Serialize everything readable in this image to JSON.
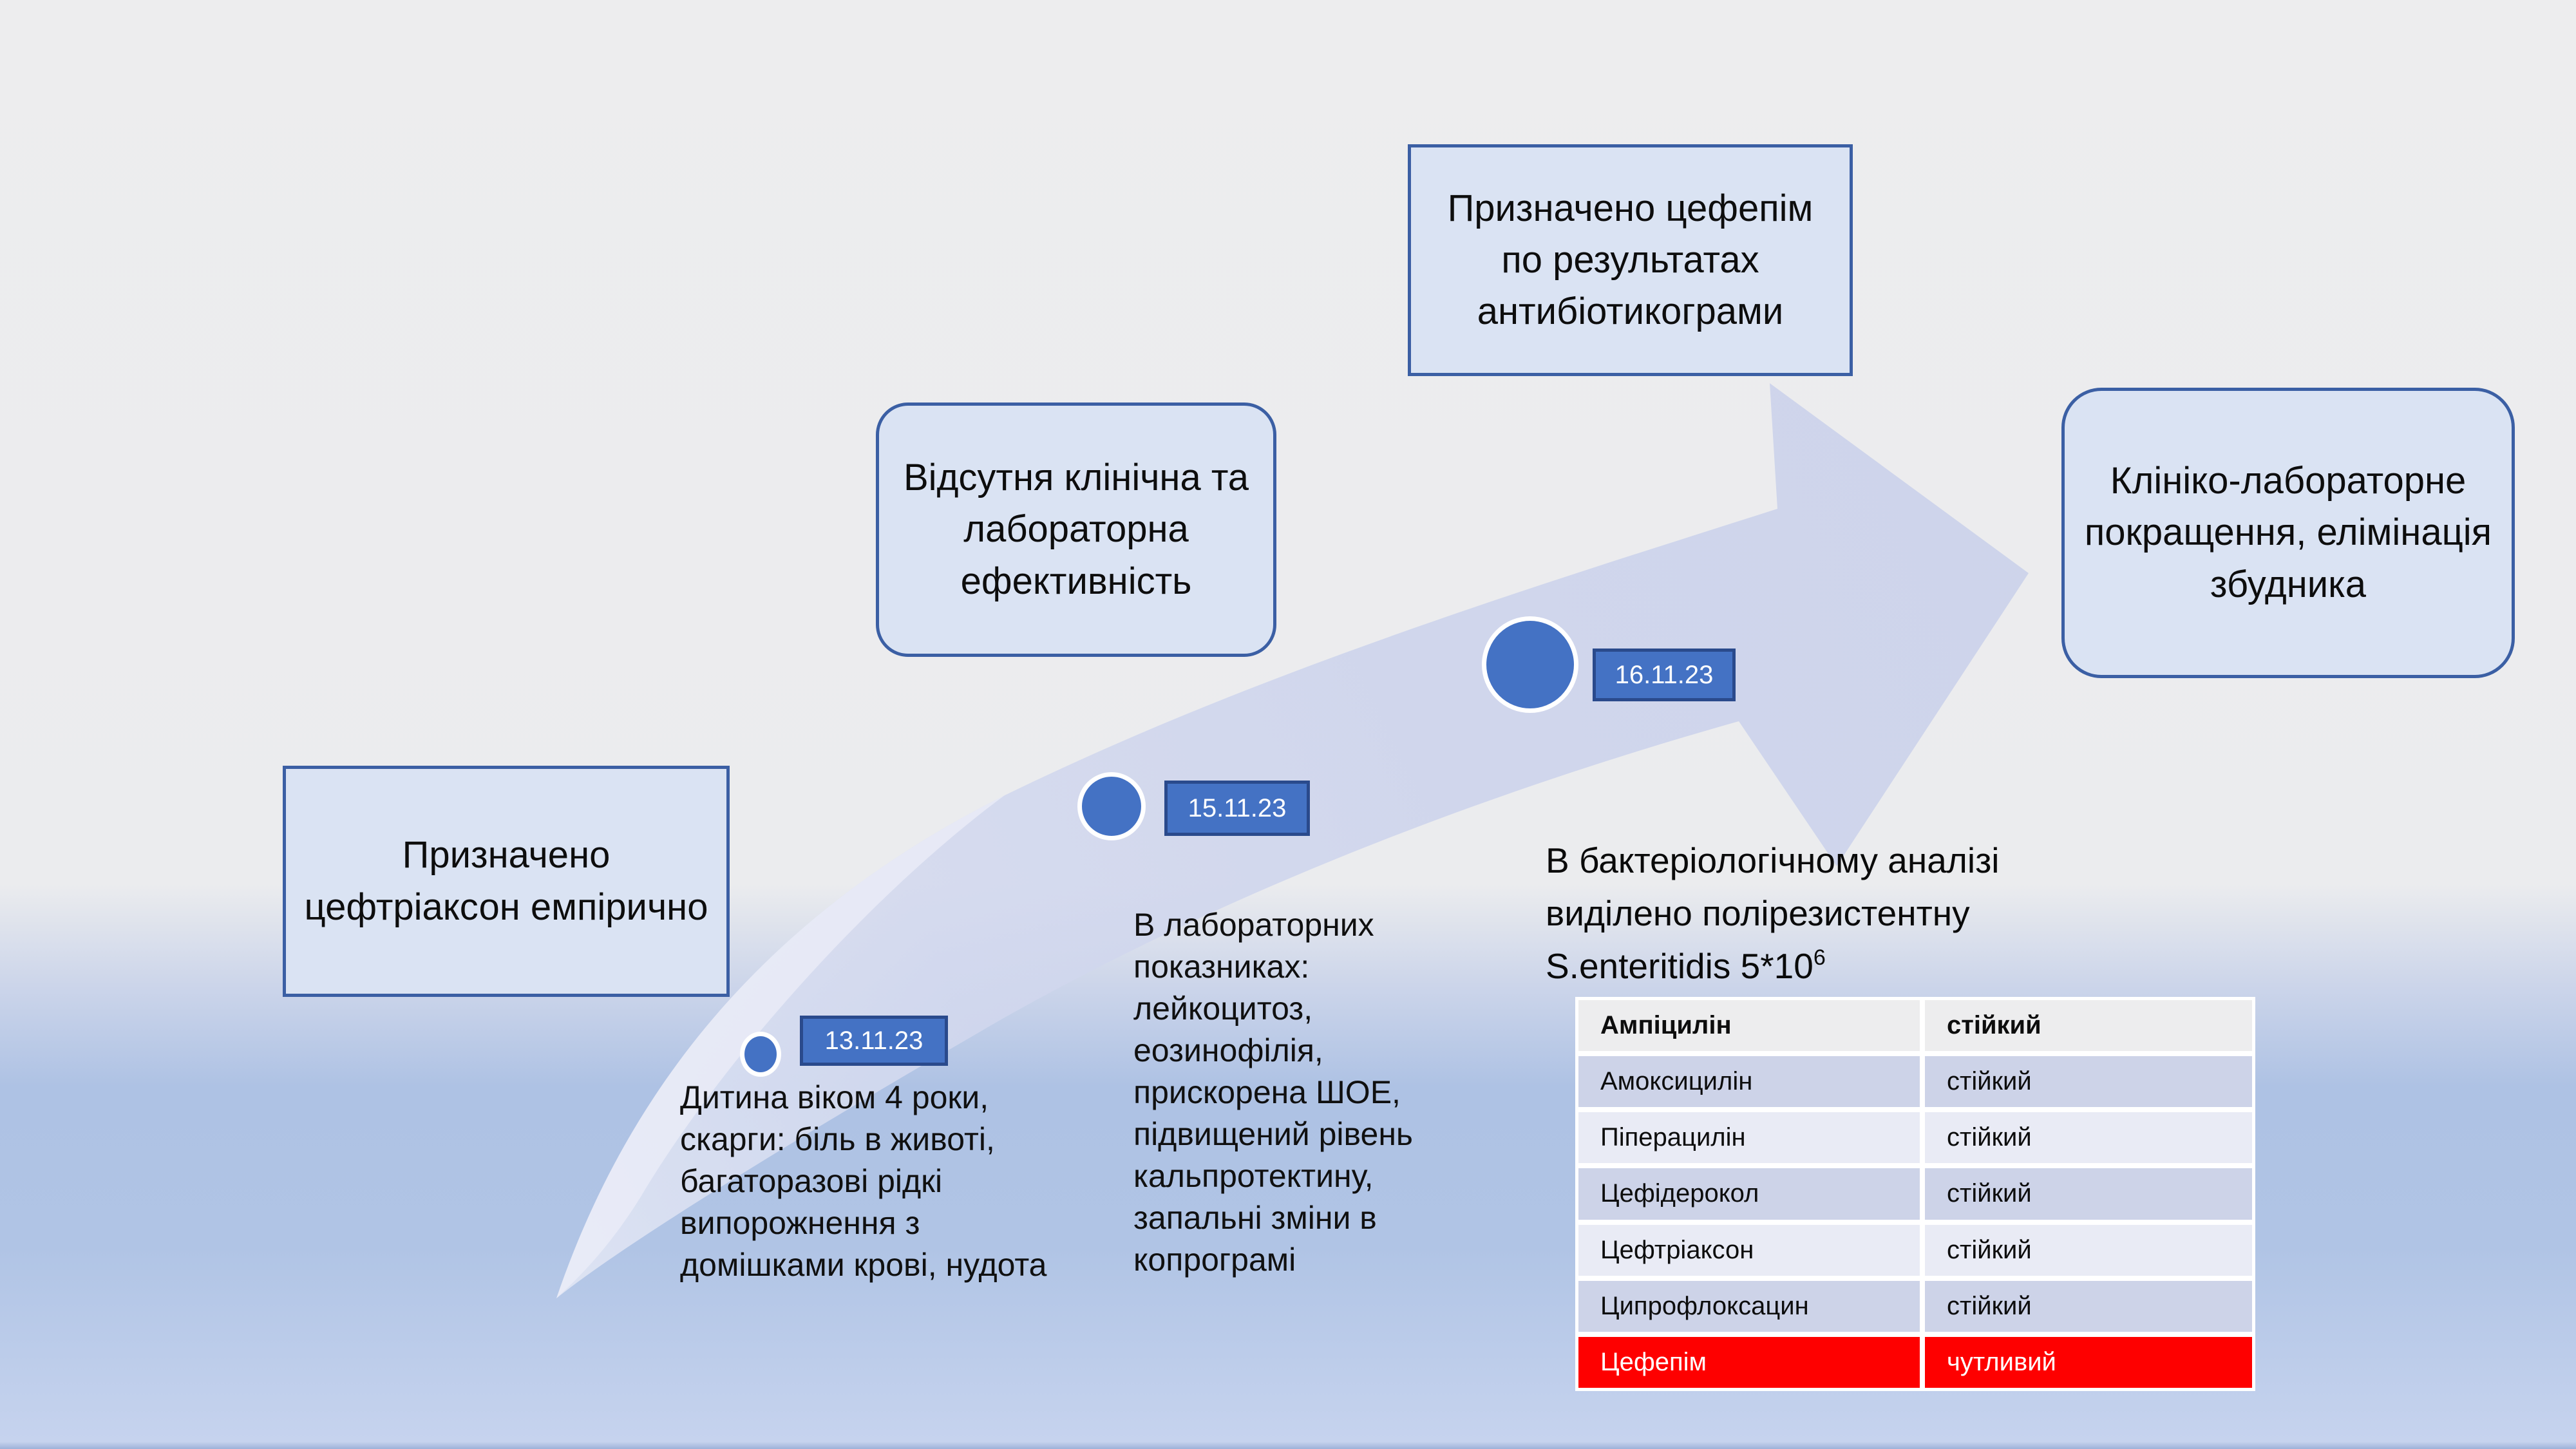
{
  "boxes": {
    "empiric": "Призначено цефтріаксон емпірично",
    "no_effect": "Відсутня клінічна та лабораторна ефективність",
    "cefepime": "Призначено цефепім по результатах антибіотикограми",
    "outcome": "Клініко-лабораторне покращення, елімінація збудника"
  },
  "milestones": [
    {
      "date": "13.11.23",
      "description": "Дитина віком 4 роки, скарги: біль в животі, багаторазові рідкі випорожнення з домішками крові, нудота"
    },
    {
      "date": "15.11.23",
      "description": "В лабораторних показниках: лейкоцитоз, еозинофілія, прискорена ШОЕ, підвищений рівень кальпротектину, запальні зміни в копрограмі"
    },
    {
      "date": "16.11.23",
      "description": ""
    }
  ],
  "bacteriology": {
    "line1": "В бактеріологічному аналізі",
    "line2": "виділено полірезистентну",
    "line3_base": "S.enteritidis 5*10",
    "line3_sup": "6"
  },
  "antibiogram": {
    "rows": [
      {
        "drug": "Ампіцилін",
        "result": "стійкий",
        "style": "header"
      },
      {
        "drug": "Амоксицилін",
        "result": "стійкий",
        "style": "dark"
      },
      {
        "drug": "Піперацилін",
        "result": "стійкий",
        "style": "light"
      },
      {
        "drug": "Цефідерокол",
        "result": "стійкий",
        "style": "dark"
      },
      {
        "drug": "Цефтріаксон",
        "result": "стійкий",
        "style": "light"
      },
      {
        "drug": "Ципрофлоксацин",
        "result": "стійкий",
        "style": "dark"
      },
      {
        "drug": "Цефепім",
        "result": "чутливий",
        "style": "sensitive"
      }
    ]
  },
  "colors": {
    "accent": "#4472c4",
    "badge_border": "#2a4a8c",
    "box_fill": "#dae3f3",
    "box_border": "#3b5fa4",
    "arrow": "#ccd3ea",
    "row_header": "#ededee",
    "row_dark": "#cdd3e8",
    "row_light": "#e9ebf5",
    "sensitive_bg": "#fe0000",
    "text": "#0d0d0d",
    "bg_top": "#ededee",
    "bg_blue": "#aec2e4",
    "bg_bottom": "#c6d3ee"
  }
}
